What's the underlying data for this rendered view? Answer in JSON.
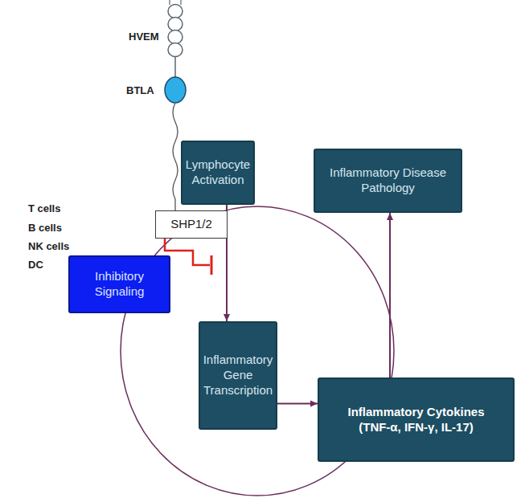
{
  "diagram": {
    "nodes": [
      {
        "text": [
          "Inflammatory Disease Pathology"
        ]
      },
      {
        "text": [
          "Lymphocyte Activation"
        ]
      },
      {
        "text": [
          "SHP1/2"
        ]
      },
      {
        "text": [
          "Inhibitory Signaling"
        ]
      },
      {
        "text": [
          "Inflammatory Gene Transcription"
        ]
      },
      {
        "text": [
          "Inflammatory Cytokines",
          "(TNF-α, IFN-γ, IL-17)"
        ]
      }
    ],
    "edges": [
      {
        "from": 1,
        "to": 4,
        "arrow": "to"
      },
      {
        "from": 4,
        "to": 5,
        "arrow": "to"
      },
      {
        "from": 5,
        "to": 0,
        "arrow": "to"
      }
    ],
    "labels": [
      "HVEM",
      "BTLA",
      "T cells",
      "B cells",
      "NK cells",
      "DC"
    ]
  }
}
